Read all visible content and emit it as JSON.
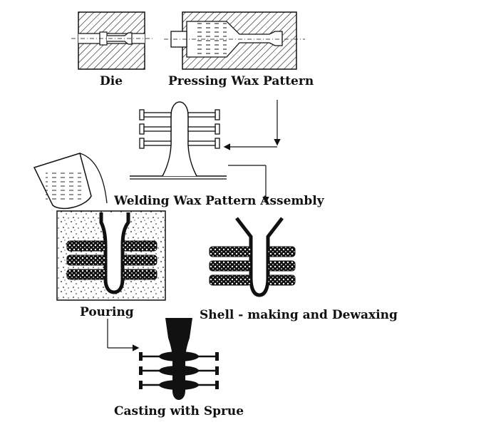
{
  "labels": {
    "die": "Die",
    "pressing": "Pressing Wax Pattern",
    "welding": "Welding Wax Pattern Assembly",
    "pouring": "Pouring",
    "shell": "Shell - making and Dewaxing",
    "casting": "Casting with Sprue"
  },
  "colors": {
    "ink": "#111111",
    "paper": "#ffffff"
  }
}
